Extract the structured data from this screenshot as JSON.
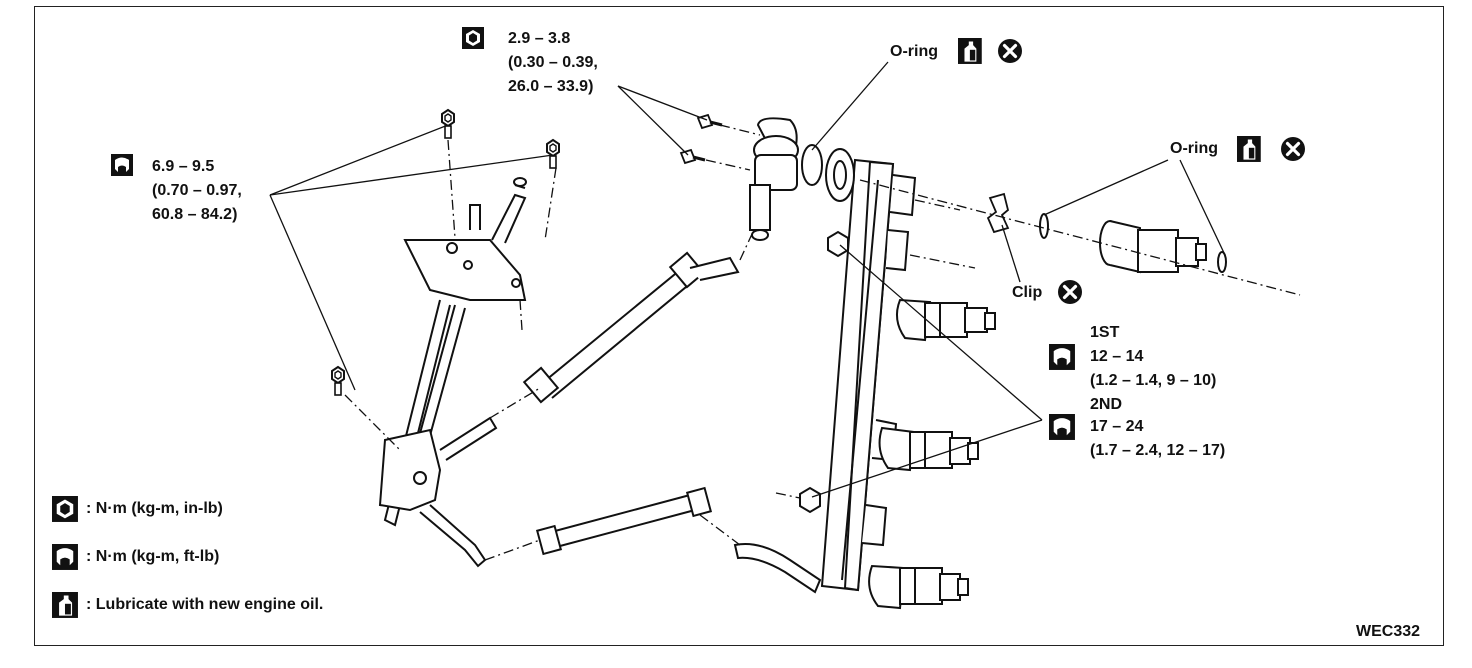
{
  "torque_top": {
    "line1": "2.9 – 3.8",
    "line2": "(0.30 – 0.39,",
    "line3": "26.0 – 33.9)"
  },
  "torque_left": {
    "line1": "6.9 – 9.5",
    "line2": "(0.70 – 0.97,",
    "line3": "60.8 – 84.2)"
  },
  "oring_upper": "O-ring",
  "oring_right": "O-ring",
  "clip": "Clip",
  "torque_right": {
    "first_label": "1ST",
    "first_range": "12 – 14",
    "first_detail": "(1.2 – 1.4, 9 – 10)",
    "second_label": "2ND",
    "second_range": "17 – 24",
    "second_detail": "(1.7 – 2.4, 12 – 17)"
  },
  "legend": {
    "nm_inlb": ": N·m (kg-m, in-lb)",
    "nm_ftlb": ": N·m (kg-m, ft-lb)",
    "lubricate": ": Lubricate with new engine oil."
  },
  "figure_code": "WEC332",
  "icons": [
    "socket-wrench-icon",
    "open-wrench-icon",
    "oil-can-icon",
    "do-not-reuse-icon"
  ]
}
